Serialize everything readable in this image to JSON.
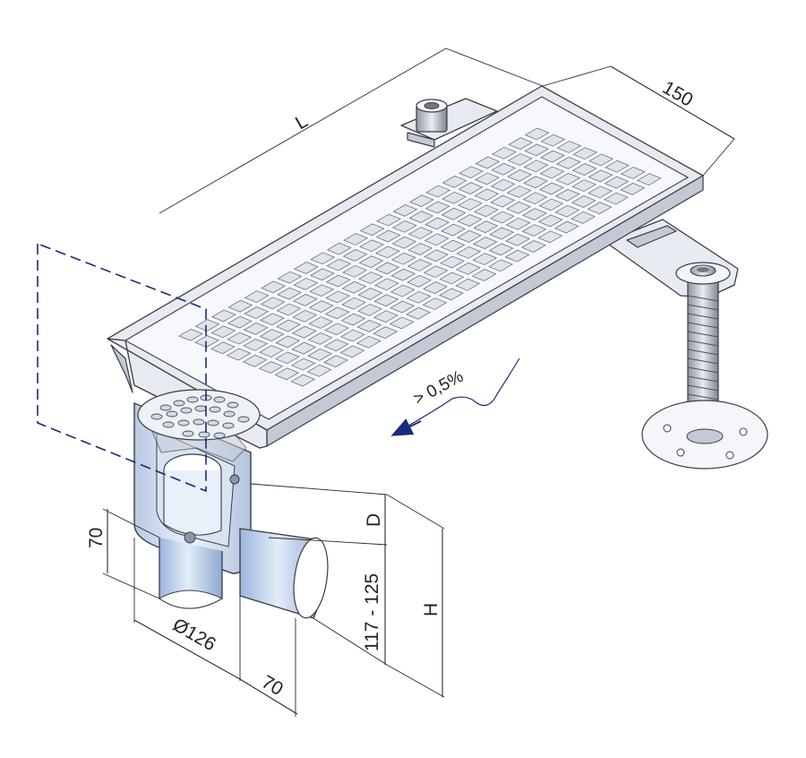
{
  "dimensions": {
    "length": "L",
    "width": "150",
    "slope": "> 0,5%",
    "outlet_depth": "D",
    "outlet_height_range": "117 - 125",
    "total_height": "H",
    "outlet_top_height": "70",
    "outlet_diameter": "Ø126",
    "outlet_offset": "70"
  },
  "colors": {
    "metal": "#e7ebf1",
    "shadow": "#c3cad6",
    "dashed_outline": "#1b2a7a",
    "pipe_blue": "#bcd2ee"
  }
}
